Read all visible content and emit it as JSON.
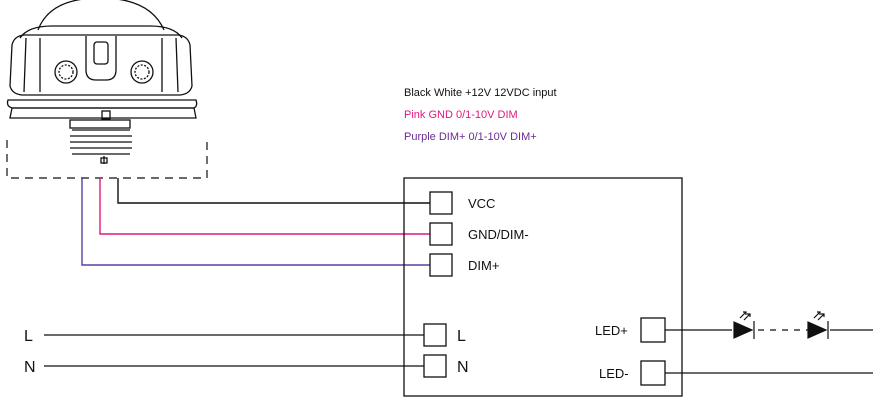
{
  "legend": {
    "line1": "Black White +12V 12VDC input",
    "line2": "Pink GND 0/1-10V DIM",
    "line3": "Purple DIM+ 0/1-10V DIM+"
  },
  "driver_terminals": {
    "vcc": "VCC",
    "gnd_dim": "GND/DIM-",
    "dim_plus": "DIM+",
    "l": "L",
    "n": "N",
    "led_plus": "LED+",
    "led_minus": "LED-"
  },
  "mains": {
    "l": "L",
    "n": "N"
  },
  "colors": {
    "black_wire": "#111111",
    "pink_wire": "#e0197d",
    "purple_wire": "#5b3fa0",
    "pink_text": "#e0197d",
    "purple_text": "#6a2c91"
  },
  "icons": {
    "sensor": "sensor-device-icon",
    "led": "led-diode-icon"
  }
}
